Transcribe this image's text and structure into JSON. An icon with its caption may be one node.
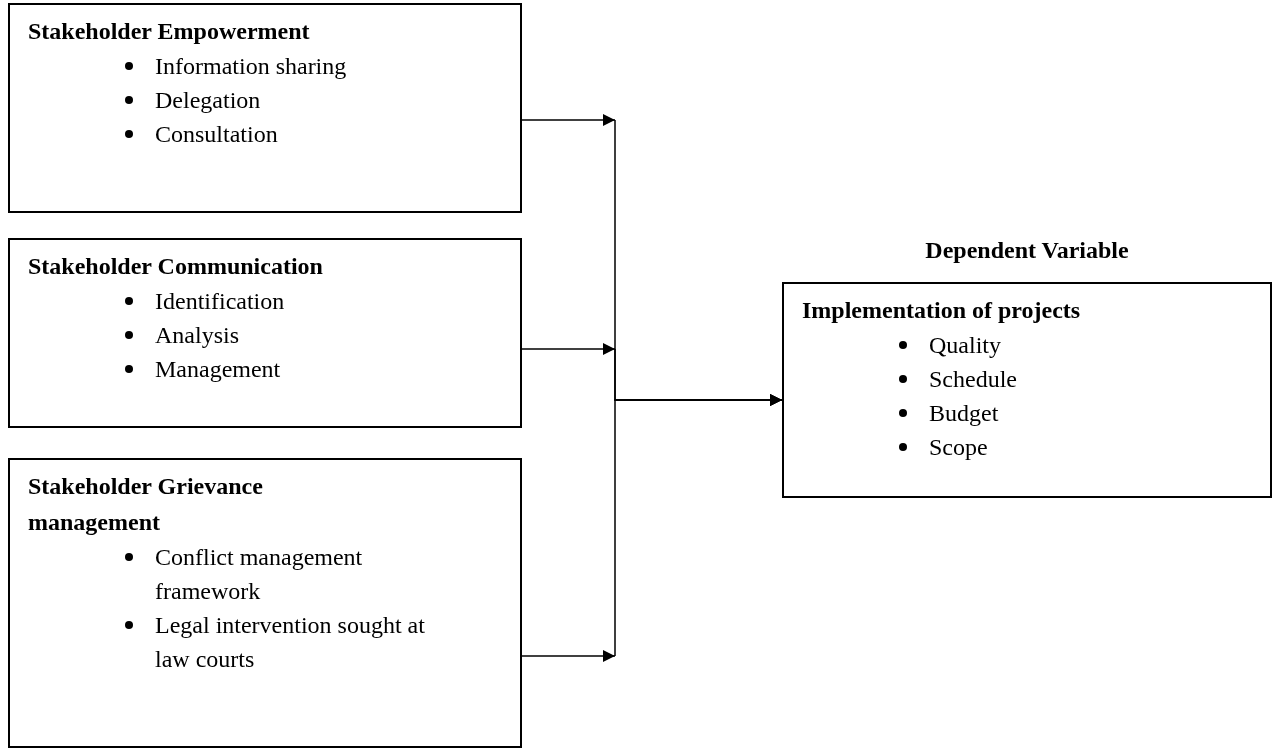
{
  "diagram": {
    "nodes": [
      {
        "text": [
          "Stakeholder Empowerment",
          "Information sharing",
          "Delegation",
          "Consultation"
        ]
      },
      {
        "text": [
          "Stakeholder Communication",
          "Identification",
          "Analysis",
          "Management"
        ]
      },
      {
        "text": [
          "Stakeholder Grievance management",
          "Conflict management framework",
          "Legal intervention sought at law courts"
        ]
      },
      {
        "text": [
          "Dependent Variable",
          "Implementation of projects",
          "Quality",
          "Schedule",
          "Budget",
          "Scope"
        ]
      }
    ],
    "edges": [
      {
        "from": 0,
        "to": 3,
        "arrow": "to"
      },
      {
        "from": 1,
        "to": 3,
        "arrow": "to"
      },
      {
        "from": 2,
        "to": 3,
        "arrow": "to"
      }
    ]
  }
}
